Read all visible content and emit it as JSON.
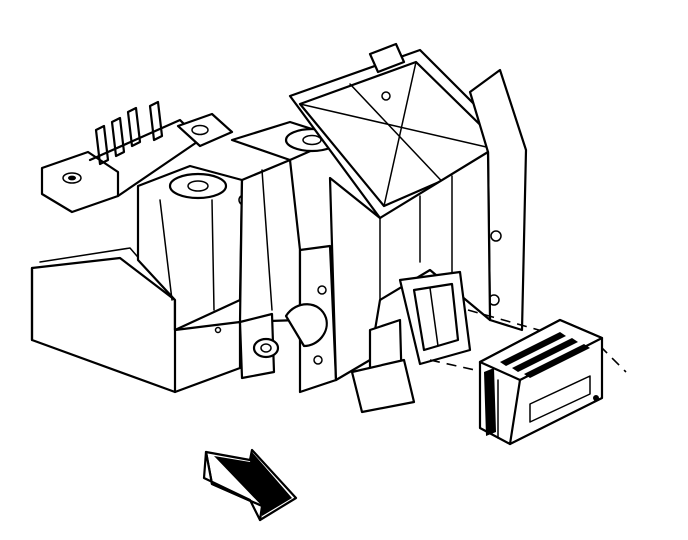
{
  "figure": {
    "description_icons": [
      "vehicle-assembly-bracket",
      "electronic-module",
      "front-direction-arrow"
    ],
    "colors": {
      "line": "#000000",
      "background": "#ffffff"
    }
  }
}
